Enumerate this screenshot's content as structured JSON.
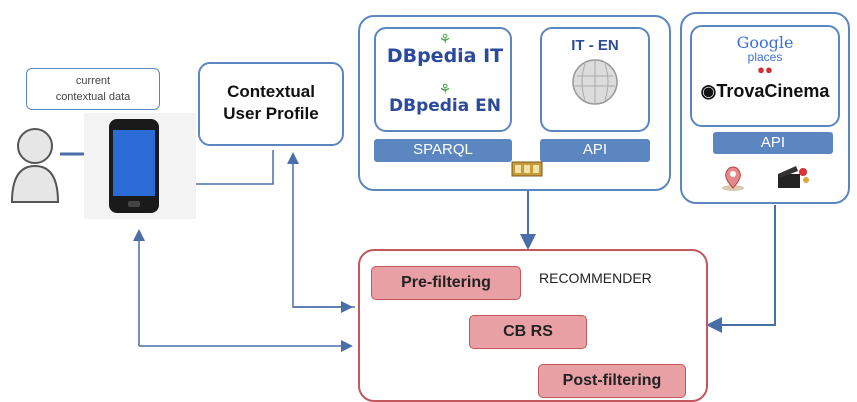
{
  "context_note": {
    "line1": "current",
    "line2": "contextual data"
  },
  "profile": {
    "line1": "Contextual",
    "line2": "User Profile"
  },
  "sources": {
    "dbpedia_it": "DBpedia IT",
    "dbpedia_en": "DBpedia EN",
    "wiki_title": "IT - EN",
    "sparql_label": "SPARQL",
    "api_label": "API"
  },
  "external": {
    "google_line1": "Google",
    "google_line2": "places",
    "trova": "TrovaCinema",
    "api_label": "API"
  },
  "recommender": {
    "title": "RECOMMENDER",
    "pre": "Pre-filtering",
    "cbrs": "CB RS",
    "post": "Post-filtering"
  },
  "colors": {
    "blue": "#5b86c0",
    "red": "#c0585e",
    "pink": "#e8a0a4"
  }
}
